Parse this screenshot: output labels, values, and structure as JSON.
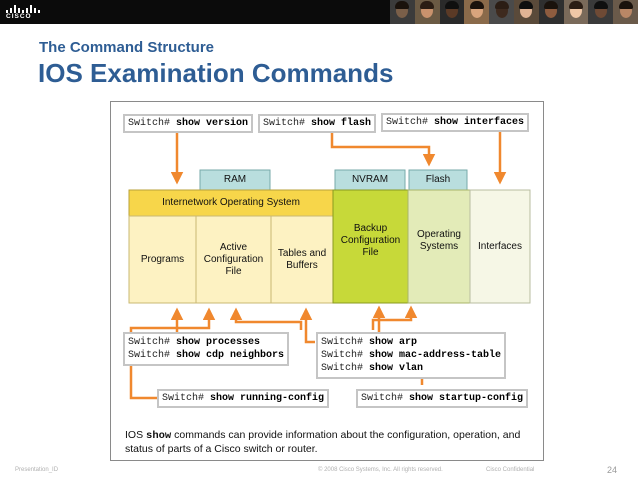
{
  "banner": {
    "logo_text": "CISCO",
    "photo_tones": [
      "#7a5f49",
      "#c9926d",
      "#5b3a26",
      "#d9a47c",
      "#3e2a1e",
      "#e0b394",
      "#8e5c3f",
      "#f0c7a6",
      "#6e4a35",
      "#b98766"
    ]
  },
  "slide": {
    "subtitle": "The Command Structure",
    "title": "IOS Examination Commands"
  },
  "figure": {
    "top_commands": [
      {
        "prompt": "Switch#",
        "cmd": "show version"
      },
      {
        "prompt": "Switch#",
        "cmd": "show flash"
      },
      {
        "prompt": "Switch#",
        "cmd": "show interfaces"
      }
    ],
    "memory_tabs": {
      "ram": "RAM",
      "nvram": "NVRAM",
      "flash": "Flash"
    },
    "ios_header": "Internetwork Operating System",
    "cells": {
      "programs": "Programs",
      "active_config": [
        "Active",
        "Configuration",
        "File"
      ],
      "tables": [
        "Tables and",
        "Buffers"
      ],
      "backup_config": [
        "Backup",
        "Configuration",
        "File"
      ],
      "operating_systems": [
        "Operating",
        "Systems"
      ],
      "interfaces": "Interfaces"
    },
    "bottom_commands": {
      "left_box": [
        {
          "prompt": "Switch#",
          "cmd": "show processes"
        },
        {
          "prompt": "Switch#",
          "cmd": "show cdp neighbors"
        }
      ],
      "right_box": [
        {
          "prompt": "Switch#",
          "cmd": "show arp"
        },
        {
          "prompt": "Switch#",
          "cmd": "show mac-address-table"
        },
        {
          "prompt": "Switch#",
          "cmd": "show vlan"
        }
      ],
      "running": {
        "prompt": "Switch#",
        "cmd": "show running-config"
      },
      "startup": {
        "prompt": "Switch#",
        "cmd": "show startup-config"
      }
    },
    "caption": {
      "pre": "IOS ",
      "kw": "show",
      "post": " commands can provide information about the configuration, operation, and status of parts of a Cisco switch or router."
    },
    "colors": {
      "arrow": "#f0882e",
      "ios_header": "#f7d64a",
      "ram_cells": "#fdf2c2",
      "nvram_cell": "#c7d939",
      "flash_cell": "#e3ebb8",
      "interfaces_cell": "#f6f7e6",
      "tab": "#b9dede"
    }
  },
  "footer": {
    "left": "Presentation_ID",
    "center": "© 2008 Cisco Systems, Inc. All rights reserved.",
    "right": "Cisco Confidential",
    "page": "24"
  }
}
